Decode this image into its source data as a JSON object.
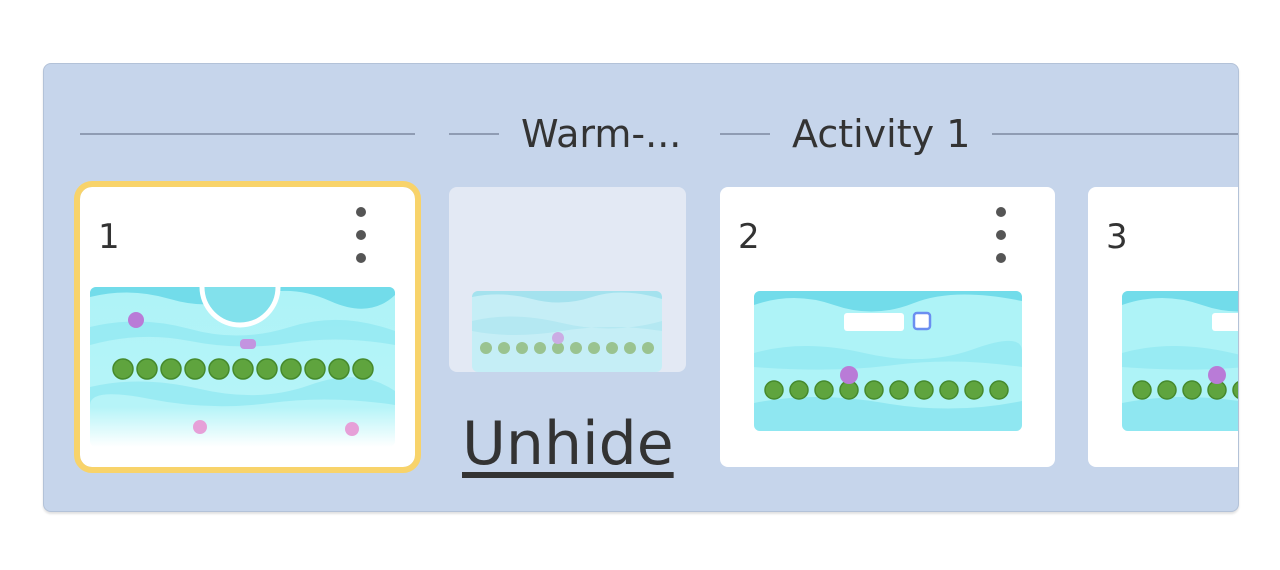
{
  "sections": [
    {
      "label": ""
    },
    {
      "label": "Warm-..."
    },
    {
      "label": "Activity 1"
    }
  ],
  "cards": [
    {
      "number": "1",
      "selected": true,
      "menu_icon": "kebab-menu-icon"
    },
    {
      "number": "2",
      "selected": false,
      "menu_icon": "kebab-menu-icon"
    },
    {
      "number": "3",
      "selected": false,
      "menu_icon": "kebab-menu-icon"
    }
  ],
  "hidden_slide": {
    "unhide_label": "Unhide"
  },
  "colors": {
    "panel_bg": "#c6d5eb",
    "selected_outline": "#f8d36a",
    "water_light": "#aef3f7",
    "water_dark": "#72dcea",
    "lily_pad": "#5fa43e",
    "frog": "#b97bd7"
  }
}
